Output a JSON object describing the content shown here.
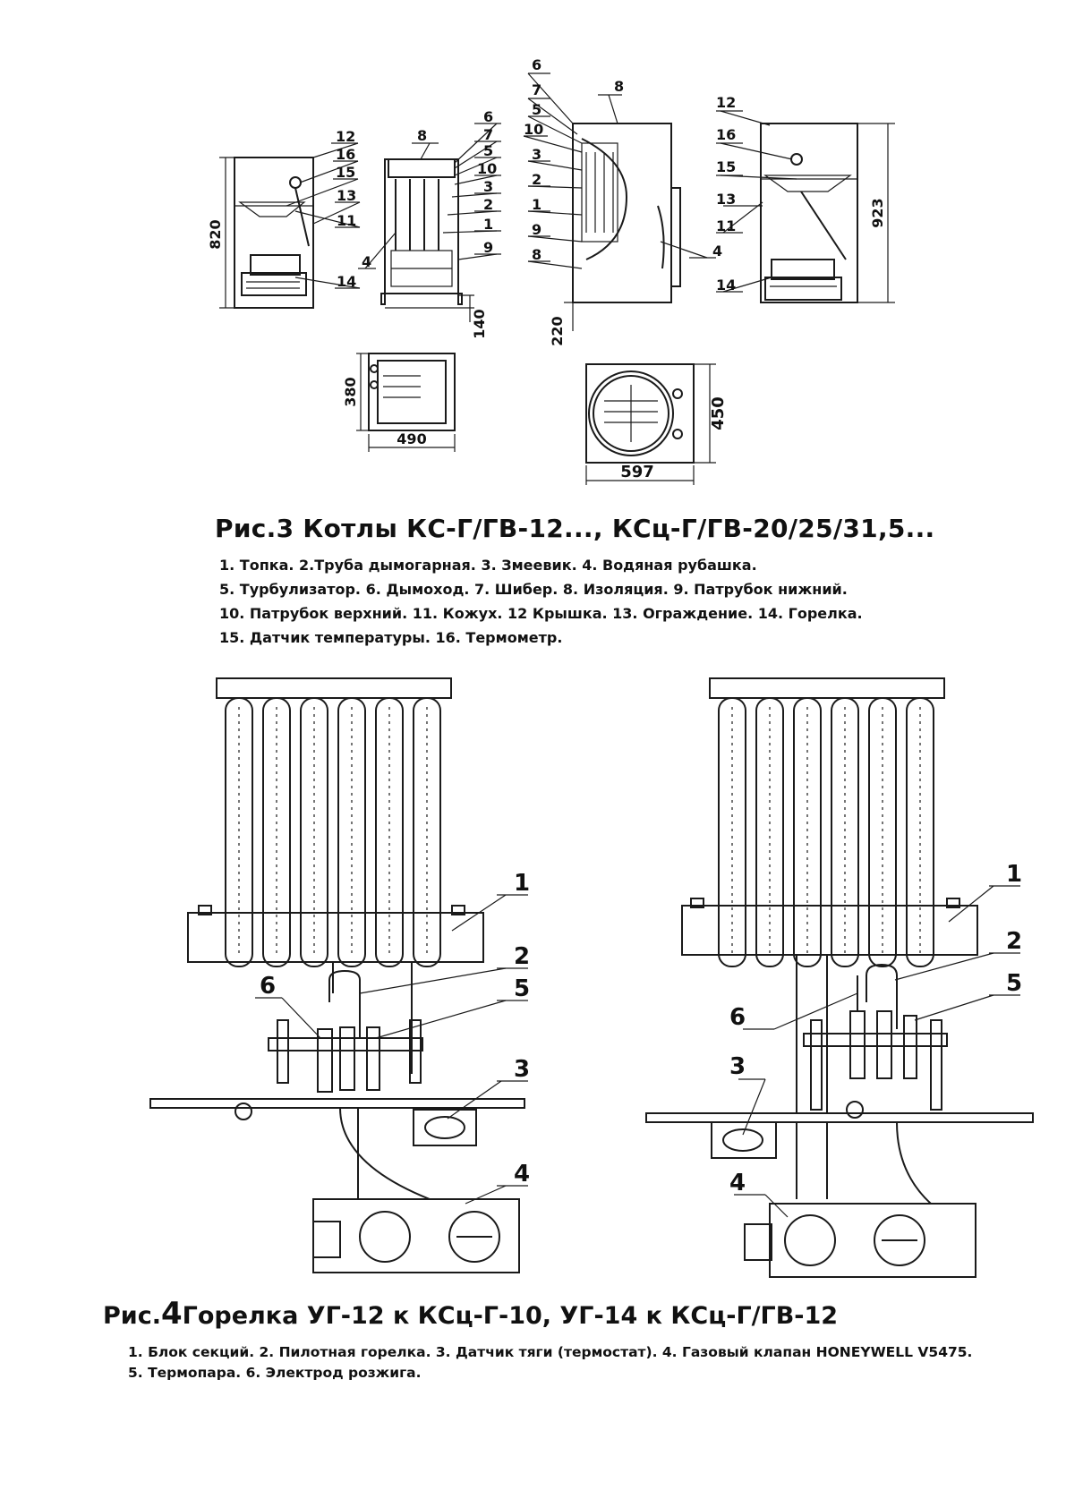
{
  "figure3": {
    "title": "Рис.3 Котлы КС-Г/ГВ-12..., КСц-Г/ГВ-20/25/31,5...",
    "legend": [
      "1. Топка. 2.Труба дымогарная. 3. Змеевик. 4. Водяная рубашка.",
      "5. Турбулизатор. 6. Дымоход. 7. Шибер. 8. Изоляция. 9. Патрубок нижний.",
      "10. Патрубок верхний. 11. Кожух. 12 Крышка. 13. Ограждение. 14. Горелка.",
      "15. Датчик температуры. 16. Термометр."
    ],
    "dimensions": {
      "left_height": "820",
      "left_base": "140",
      "right_base": "220",
      "right_height": "923",
      "plan_left_depth": "380",
      "plan_left_width": "490",
      "plan_right_depth": "450",
      "plan_right_width": "597"
    },
    "callouts_left_side": [
      "12",
      "16",
      "15",
      "13",
      "11",
      "14"
    ],
    "callouts_left_front": [
      "8",
      "6",
      "7",
      "5",
      "10",
      "3",
      "2",
      "1",
      "9",
      "4"
    ],
    "callouts_right_front": [
      "6",
      "8",
      "7",
      "5",
      "10",
      "3",
      "2",
      "1",
      "9",
      "8",
      "4"
    ],
    "callouts_right_side": [
      "12",
      "16",
      "15",
      "13",
      "11",
      "14"
    ]
  },
  "figure4": {
    "title_prefix": "Рис.",
    "title_number": "4",
    "title_text": "Горелка УГ-12 к КСц-Г-10, УГ-14 к КСц-Г/ГВ-12",
    "legend": [
      "1. Блок секций. 2. Пилотная горелка. 3. Датчик тяги (термостат). 4. Газовый клапан HONEYWELL V5475.",
      "5. Термопара. 6. Электрод розжига."
    ],
    "callouts_left": [
      "1",
      "2",
      "5",
      "6",
      "3",
      "4"
    ],
    "callouts_right": [
      "1",
      "2",
      "5",
      "6",
      "3",
      "4"
    ]
  }
}
